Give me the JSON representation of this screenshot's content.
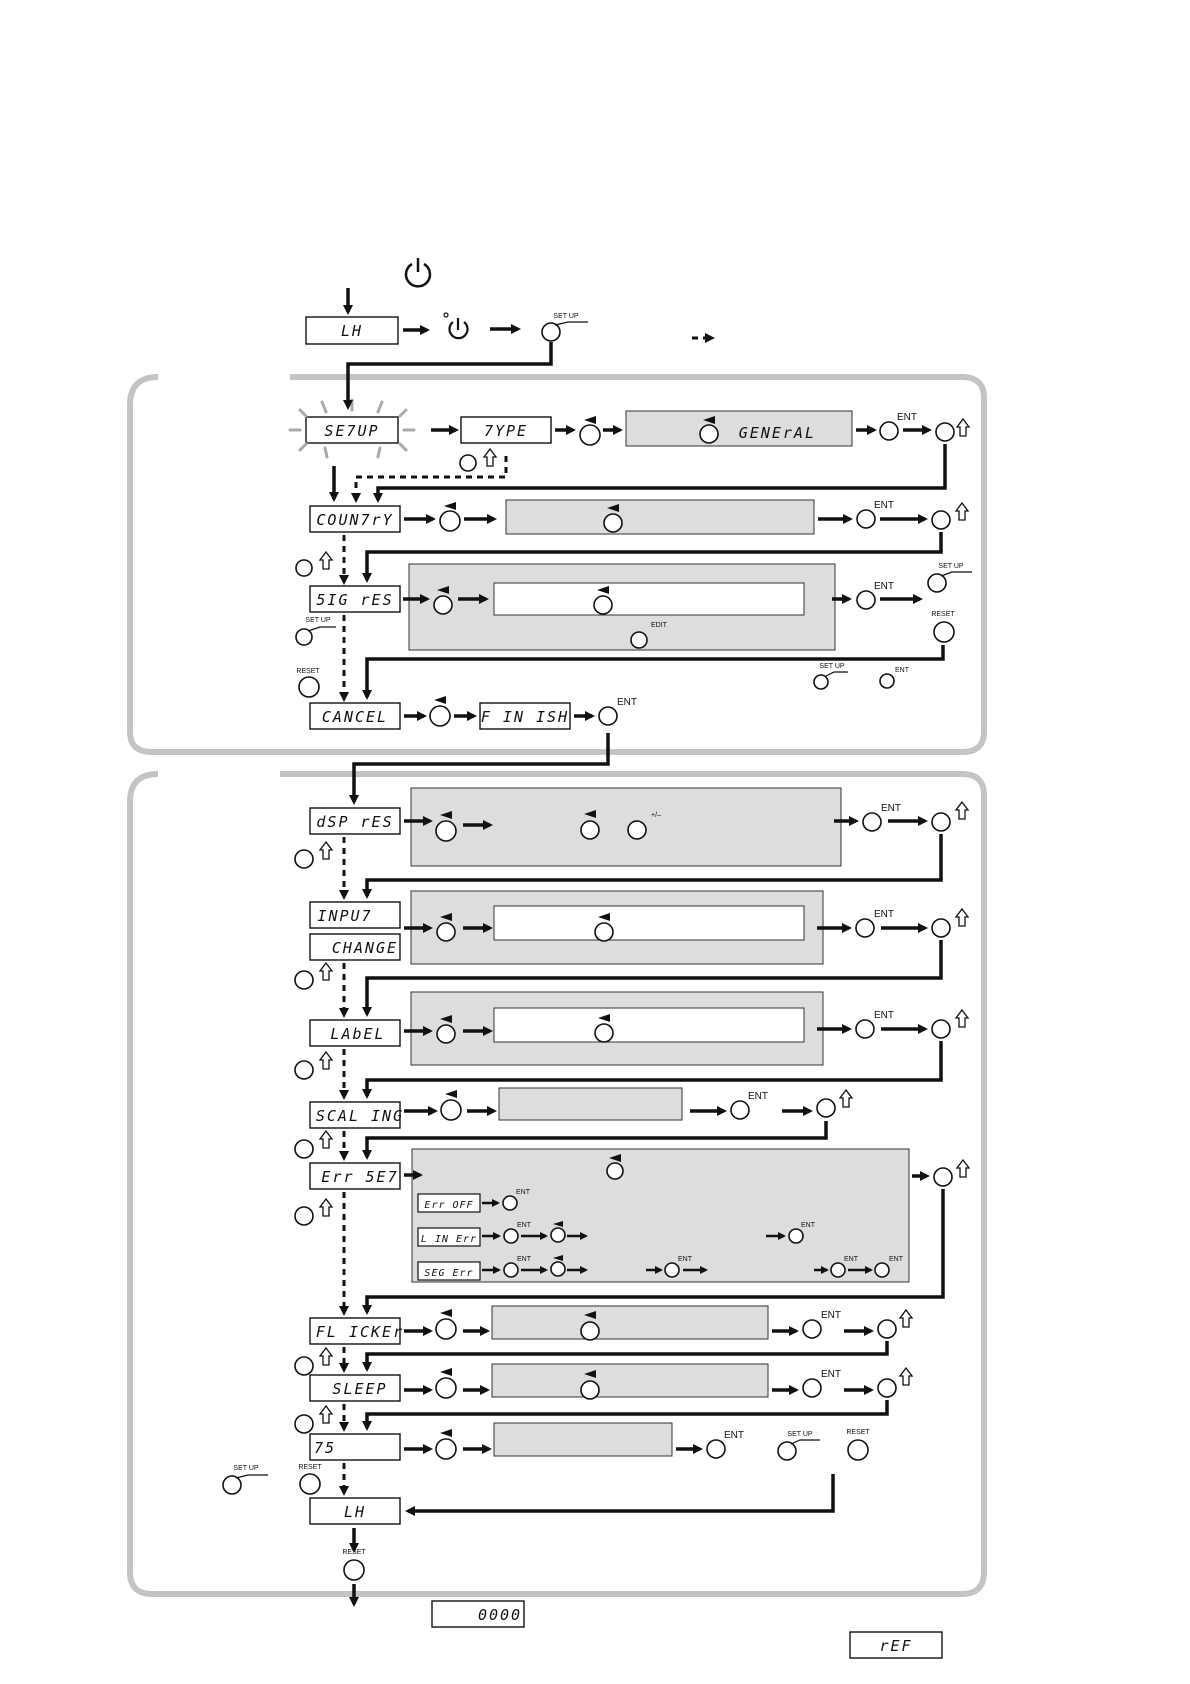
{
  "displays": {
    "lh": "LH",
    "setup": "SE7UP",
    "type": "7YPE",
    "general": "GENErAL",
    "country": "COUN7rY",
    "sig_res": "5IG rES",
    "cancel": "CANCEL",
    "finish": "F IN ISH",
    "dsp_res": "dSP rES",
    "input": "INPU7",
    "change": "CHANGE",
    "label": "LAbEL",
    "scaling": "SCAL ING",
    "err_set": "Err 5E7",
    "err_off": "Err OFF",
    "lin_err": "L IN Err",
    "seg_err": "SEG Err",
    "flicker": "FL ICKEr",
    "sleep": "SLEEP",
    "ts": "75",
    "lh_end": "LH",
    "zero": "0000",
    "ref": "rEF"
  },
  "buttons": {
    "ent": "ENT",
    "set_up": "SET UP",
    "reset": "RESET",
    "edit": "EDIT",
    "plus_minus": "+/–"
  },
  "colors": {
    "panel": "#dddddd",
    "frame": "#c4c4c4",
    "ink": "#111111"
  }
}
